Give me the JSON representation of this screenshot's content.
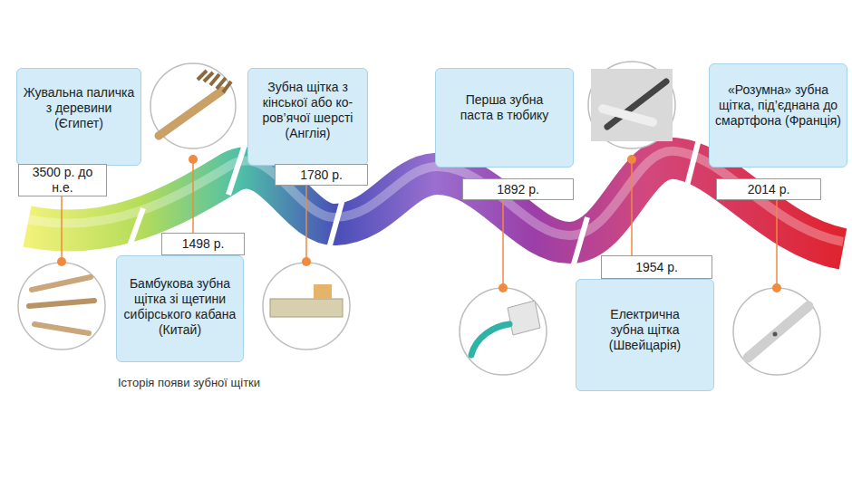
{
  "diagram": {
    "caption": "Історія появи зубної щітки",
    "nodes": [
      {
        "text": [
          "Жувальна паличка з деревини (Єгипет)"
        ]
      },
      {
        "text": [
          "3500 р. до н.е."
        ]
      },
      {
        "text": [
          "1498 р."
        ]
      },
      {
        "text": [
          "Бамбукова зубна щітка зі щетини сибірського кабана (Китай)"
        ]
      },
      {
        "text": [
          "Зубна щітка з кінської або ко- ров’ячої шерсті (Англія)"
        ]
      },
      {
        "text": [
          "1780 р."
        ]
      },
      {
        "text": [
          "Перша зубна паста в тюбику"
        ]
      },
      {
        "text": [
          "1892 р."
        ]
      },
      {
        "text": [
          "1954 р."
        ]
      },
      {
        "text": [
          "Електрична зубна щітка (Швейцарія)"
        ]
      },
      {
        "text": [
          "«Розумна» зубна щітка, під’єднана до смартфона (Франція)"
        ]
      },
      {
        "text": [
          "2014 р."
        ]
      }
    ]
  }
}
